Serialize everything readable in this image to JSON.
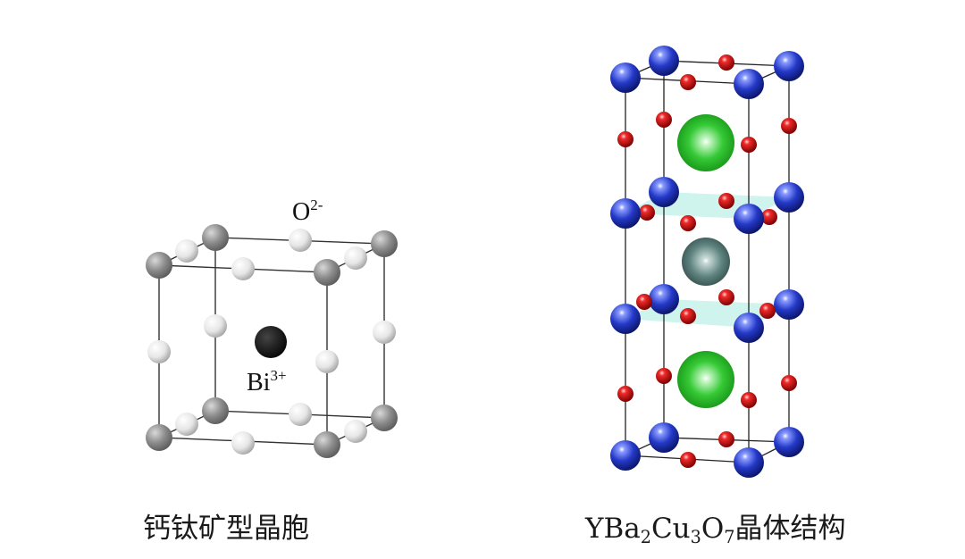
{
  "left_diagram": {
    "oxygen_label": "O",
    "oxygen_charge": "2-",
    "bismuth_label": "Bi",
    "bismuth_charge": "3+",
    "caption": "钙钛矿型晶胞"
  },
  "right_diagram": {
    "caption_parts": [
      {
        "t": "YBa",
        "sub": false
      },
      {
        "t": "2",
        "sub": true
      },
      {
        "t": "Cu",
        "sub": false
      },
      {
        "t": "3",
        "sub": true
      },
      {
        "t": "O",
        "sub": false
      },
      {
        "t": "7",
        "sub": true
      },
      {
        "t": "晶体结构",
        "sub": false
      }
    ]
  },
  "colors": {
    "corner_gray": "#8a8a8a",
    "oxygen_white": "#e8e8e8",
    "bismuth_black": "#111111",
    "copper_blue": "#1c2fb0",
    "oxygen_red": "#d40d0d",
    "barium_green": "#2bc12b",
    "yttrium_teal": "#5a7d7a",
    "plane_cyan": "#9fe8dc"
  }
}
